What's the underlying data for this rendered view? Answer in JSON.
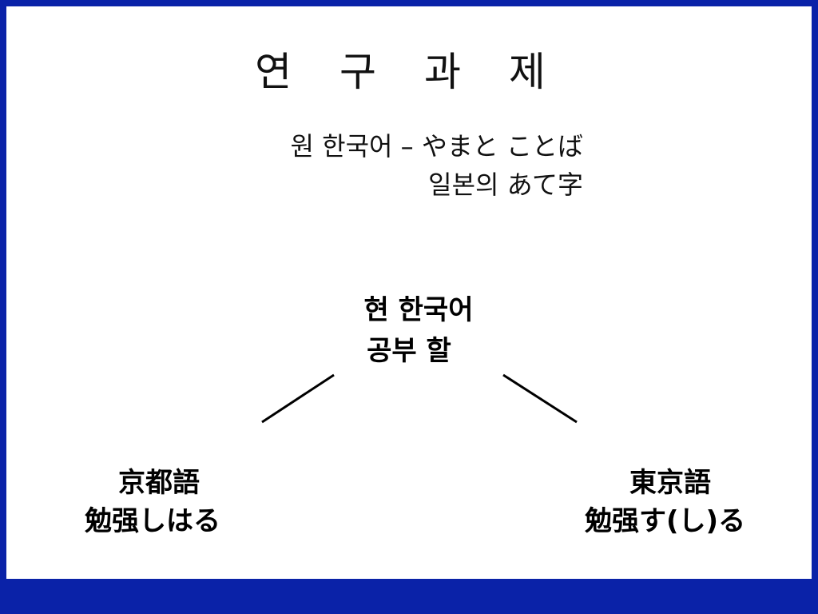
{
  "title": "연 구 과 제",
  "subtitle": {
    "line1": "원 한국어 – やまと ことば",
    "line2": "일본의 あて字"
  },
  "center": {
    "line1": "현 한국어",
    "line2": "공부 할"
  },
  "left": {
    "line1": "京都語",
    "line2": "勉强しはる"
  },
  "right": {
    "line1": "東京語",
    "line2": "勉强す(し)る"
  },
  "colors": {
    "frame": "#0a22a8",
    "background": "#ffffff",
    "text": "#000000"
  }
}
